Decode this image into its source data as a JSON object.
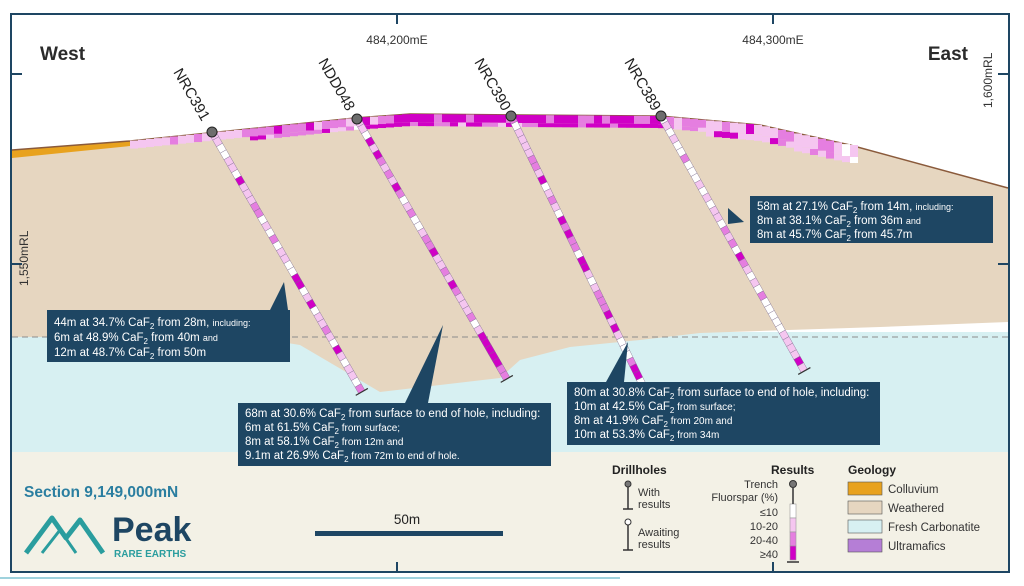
{
  "section": {
    "west": "West",
    "east": "East",
    "easting_labels": [
      "484,200mE",
      "484,300mE"
    ],
    "rl_labels": [
      "1,600mRL",
      "1,550mRL"
    ],
    "title": "Section 9,149,000mN"
  },
  "drillholes": [
    {
      "id": "NRC391"
    },
    {
      "id": "NDD048"
    },
    {
      "id": "NRC390"
    },
    {
      "id": "NRC389"
    }
  ],
  "callouts": {
    "nrc391": [
      [
        "44m at 34.7% CaF",
        "2",
        " from 28m, ",
        "including:"
      ],
      [
        "6m at 48.9% CaF",
        "2",
        " from 40m ",
        "and"
      ],
      [
        "12m at 48.7% CaF",
        "2",
        " from 50m",
        ""
      ]
    ],
    "ndd048": [
      [
        "68m at 30.6% CaF",
        "2",
        " from surface to end of hole, including:",
        ""
      ],
      [
        "6m at 61.5% CaF",
        "2",
        " from surface;",
        ""
      ],
      [
        "8m at 58.1% CaF",
        "2",
        " from 12m and",
        ""
      ],
      [
        "9.1m at 26.9% CaF",
        "2",
        " from 72m to end of hole.",
        ""
      ]
    ],
    "nrc390": [
      [
        "80m at 30.8% CaF",
        "2",
        " from surface to end of hole, including:",
        ""
      ],
      [
        "10m at 42.5% CaF",
        "2",
        " from surface;",
        ""
      ],
      [
        "8m at 41.9% CaF",
        "2",
        " from 20m and",
        ""
      ],
      [
        "10m at 53.3% CaF",
        "2",
        " from 34m",
        ""
      ]
    ],
    "nrc389": [
      [
        "58m at 27.1% CaF",
        "2",
        " from 14m, ",
        "including:"
      ],
      [
        "8m at 38.1% CaF",
        "2",
        " from 36m ",
        "and"
      ],
      [
        "8m at 45.7% CaF",
        "2",
        " from 45.7m",
        ""
      ]
    ]
  },
  "scale_bar": {
    "label": "50m"
  },
  "legend": {
    "drillholes_title": "Drillholes",
    "with_results": [
      "With",
      "results"
    ],
    "awaiting_results": [
      "Awaiting",
      "results"
    ],
    "results_title": "Results",
    "trench_label": [
      "Trench",
      "Fluorspar (%)"
    ],
    "bins": [
      "≤10",
      "10-20",
      "20-40",
      "≥40"
    ],
    "geology_title": "Geology",
    "geology_items": [
      {
        "label": "Colluvium",
        "color": "#e8a21e"
      },
      {
        "label": "Weathered",
        "color": "#e6d6c0"
      },
      {
        "label": "Fresh Carbonatite",
        "color": "#d7f0f2"
      },
      {
        "label": "Ultramafics",
        "color": "#b57ed6"
      }
    ]
  },
  "logo": {
    "name": "Peak",
    "sub": "RARE EARTHS"
  },
  "colors": {
    "navy": "#1e4663",
    "magenta": "#d000c6",
    "weathered": "#e6d6c0",
    "carbonatite": "#d7f0f2",
    "ultramafics": "#b57ed6",
    "colluvium": "#e8a21e",
    "teal": "#2a9d9e"
  }
}
